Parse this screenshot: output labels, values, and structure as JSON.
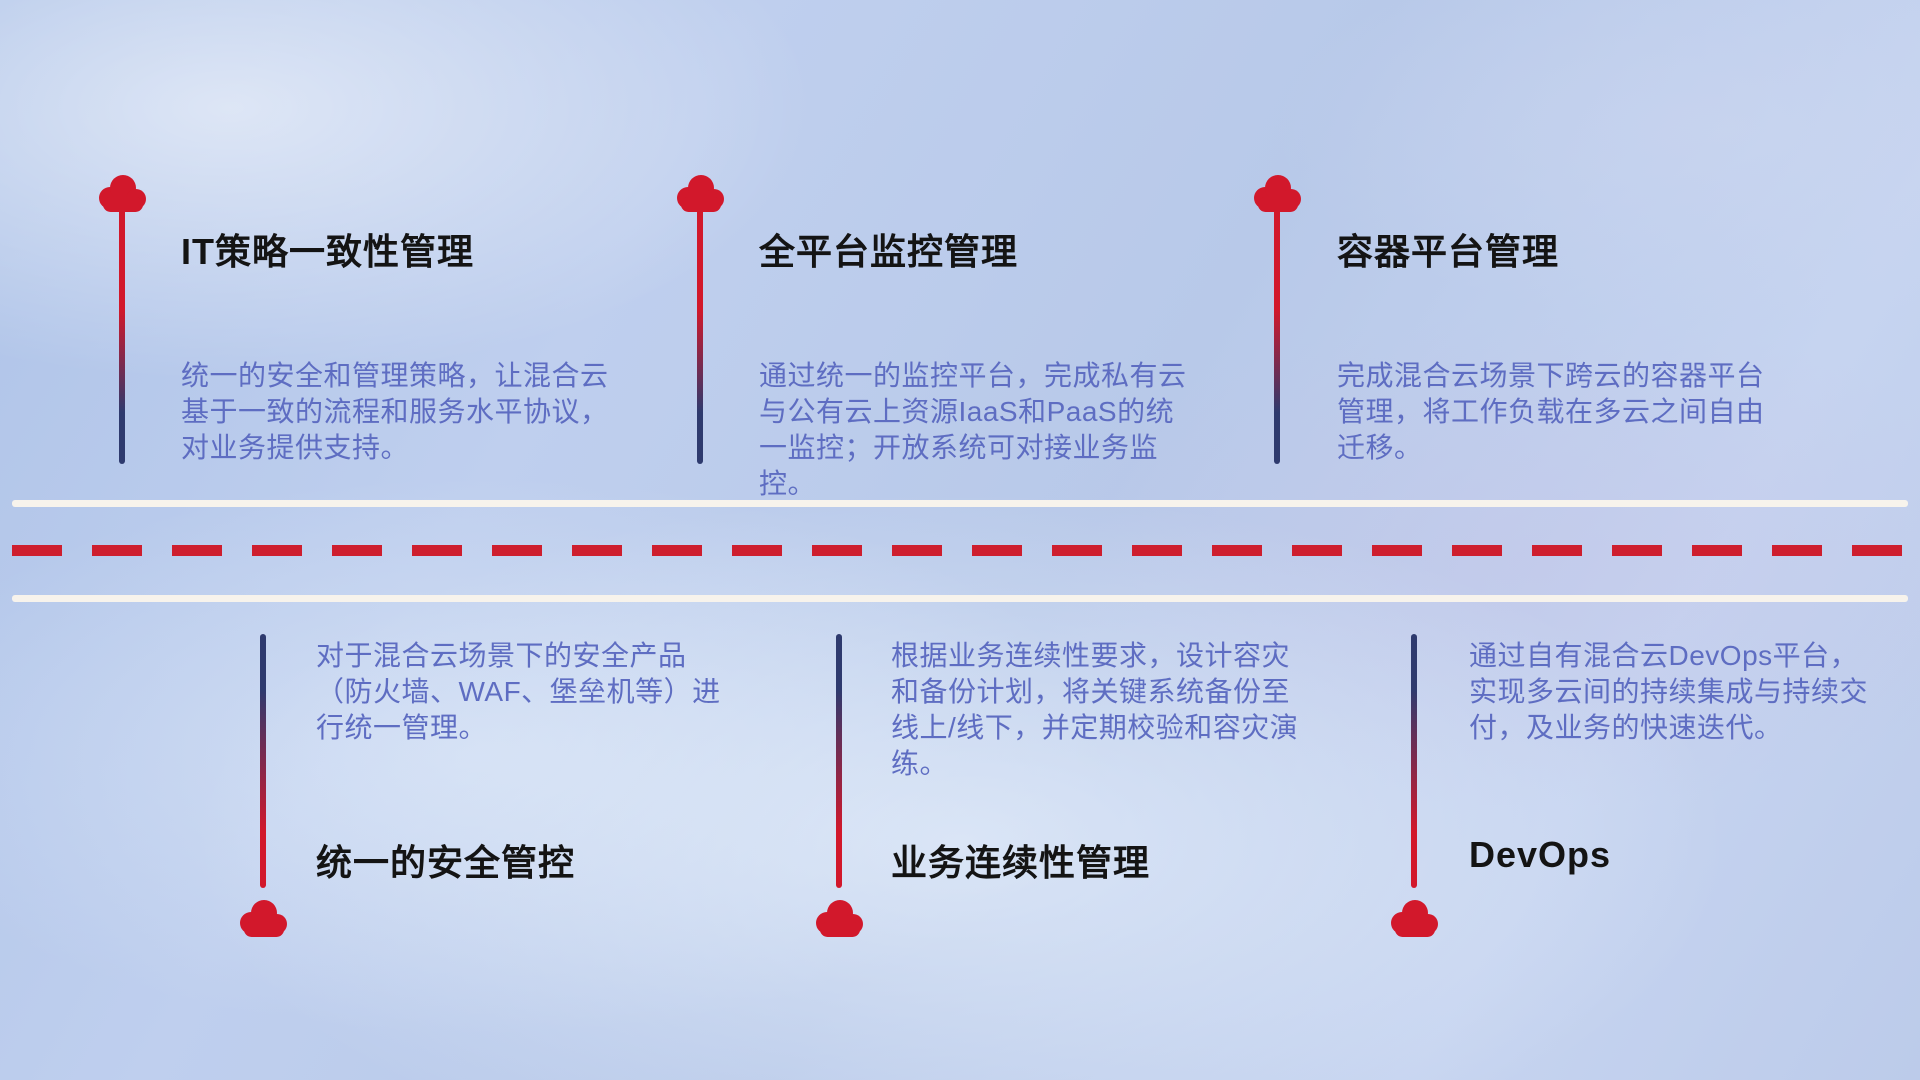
{
  "colors": {
    "cloud_red": "#d2182b",
    "dash_red": "#ce1e2e",
    "stem_navy": "#2e3a6e",
    "desc_blue": "#5e6dc2",
    "title_black": "#141414",
    "road_line": "#f7f3ec"
  },
  "features": {
    "top": [
      {
        "title": "IT策略一致性管理",
        "description": "统一的安全和管理策略，让混合云基于一致的流程和服务水平协议，对业务提供支持。"
      },
      {
        "title": "全平台监控管理",
        "description": "通过统一的监控平台，完成私有云与公有云上资源IaaS和PaaS的统一监控；开放系统可对接业务监控。"
      },
      {
        "title": "容器平台管理",
        "description": "完成混合云场景下跨云的容器平台管理，将工作负载在多云之间自由迁移。"
      }
    ],
    "bottom": [
      {
        "title": "统一的安全管控",
        "description": "对于混合云场景下的安全产品（防火墙、WAF、堡垒机等）进行统一管理。"
      },
      {
        "title": "业务连续性管理",
        "description": "根据业务连续性要求，设计容灾和备份计划，将关键系统备份至线上/线下，并定期校验和容灾演练。"
      },
      {
        "title": "DevOps",
        "description": "通过自有混合云DevOps平台，实现多云间的持续集成与持续交付，及业务的快速迭代。"
      }
    ]
  }
}
